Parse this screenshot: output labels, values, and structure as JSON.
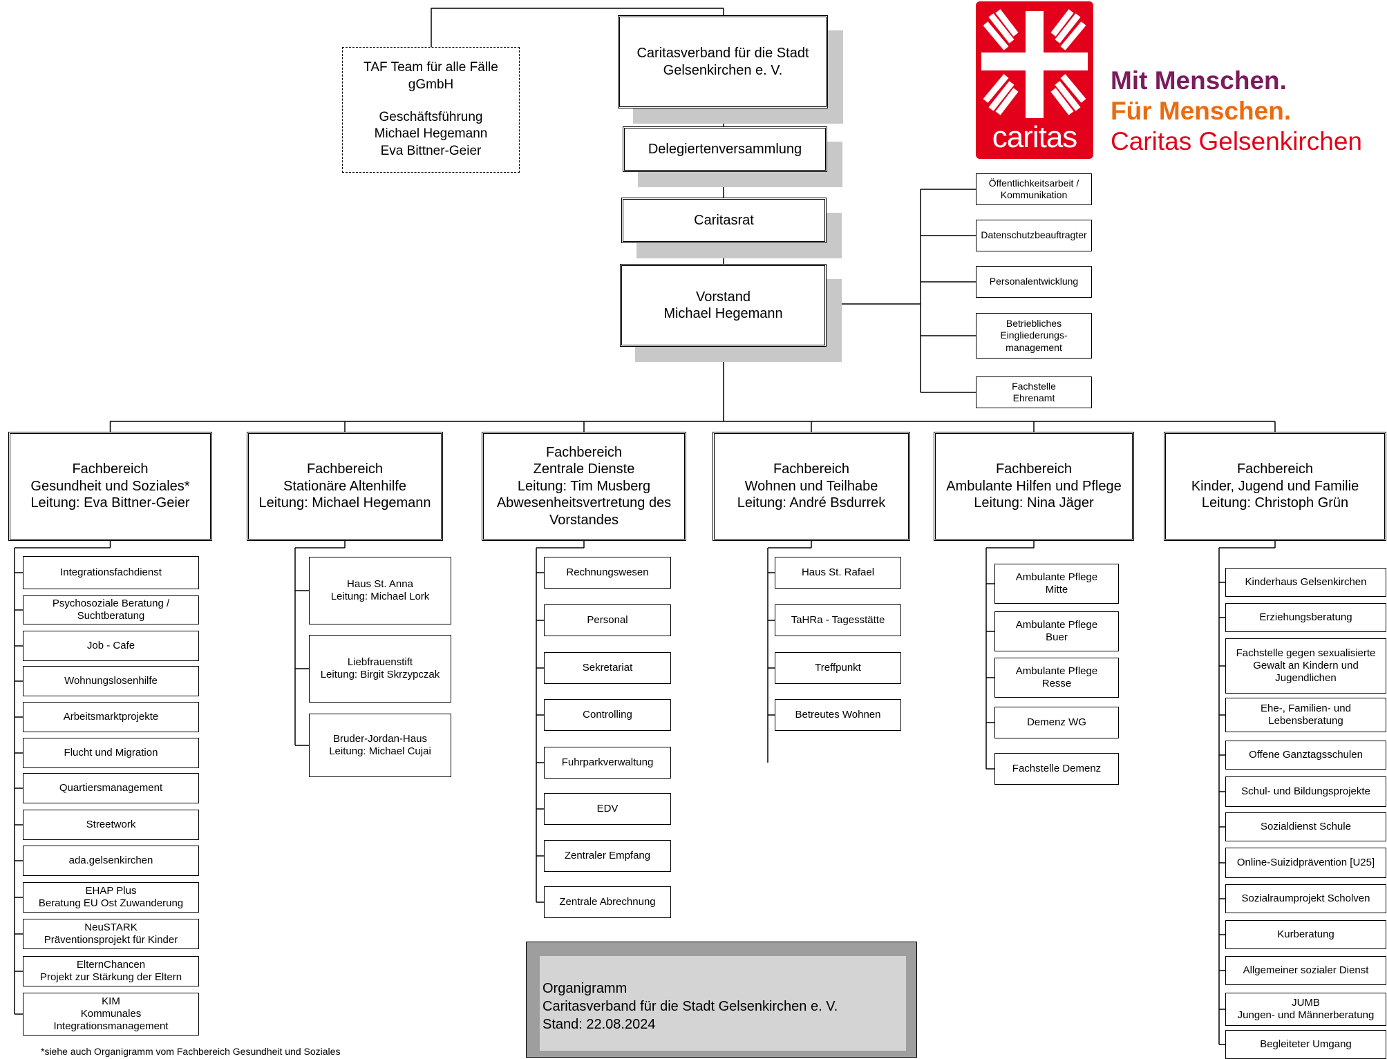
{
  "top_box": {
    "line1": "Caritasverband für die Stadt",
    "line2": "Gelsenkirchen e. V."
  },
  "taf_box": {
    "line1": "TAF Team für alle Fälle",
    "line2": "gGmbH",
    "line3": "Geschäftsführung",
    "line4": "Michael Hegemann",
    "line5": "Eva Bittner-Geier"
  },
  "delegierten": "Delegiertenversammlung",
  "caritasrat": "Caritasrat",
  "vorstand": {
    "line1": "Vorstand",
    "line2": "Michael Hegemann"
  },
  "staff_units": [
    [
      "Öffentlichkeitsarbeit /",
      "Kommunikation"
    ],
    [
      "Datenschutzbeauftragter"
    ],
    [
      "Personalentwicklung"
    ],
    [
      "Betriebliches",
      "Eingliederungs-",
      "management"
    ],
    [
      "Fachstelle",
      "Ehrenamt"
    ]
  ],
  "logo": {
    "word": "caritas",
    "colors": {
      "red": "#e2001a",
      "purple": "#7b1c5c",
      "orange": "#ea6b10"
    }
  },
  "slogan": {
    "line1": "Mit Menschen.",
    "line2": "Für Menschen.",
    "line3": "Caritas Gelsenkirchen"
  },
  "departments": [
    {
      "title": [
        "Fachbereich",
        "Gesundheit und Soziales*",
        "Leitung: Eva Bittner-Geier"
      ],
      "units": [
        [
          "Integrationsfachdienst"
        ],
        [
          "Psychosoziale Beratung /",
          "Suchtberatung"
        ],
        [
          "Job - Cafe"
        ],
        [
          "Wohnungslosenhilfe"
        ],
        [
          "Arbeitsmarktprojekte"
        ],
        [
          "Flucht und Migration"
        ],
        [
          "Quartiersmanagement"
        ],
        [
          "Streetwork"
        ],
        [
          "ada.gelsenkirchen"
        ],
        [
          "EHAP Plus",
          "Beratung EU Ost Zuwanderung"
        ],
        [
          "NeuSTARK",
          "Präventionsprojekt für Kinder"
        ],
        [
          "ElternChancen",
          "Projekt zur Stärkung der Eltern"
        ],
        [
          "KIM",
          "Kommunales",
          "Integrationsmanagement"
        ]
      ]
    },
    {
      "title": [
        "Fachbereich",
        "Stationäre Altenhilfe",
        "Leitung: Michael Hegemann"
      ],
      "units": [
        [
          "Haus St. Anna",
          "Leitung: Michael Lork"
        ],
        [
          "Liebfrauenstift",
          "Leitung: Birgit Skrzypczak"
        ],
        [
          "Bruder-Jordan-Haus",
          "Leitung: Michael Cujai"
        ]
      ]
    },
    {
      "title": [
        "Fachbereich",
        "Zentrale Dienste",
        "Leitung: Tim Musberg",
        "Abwesenheitsvertretung des",
        "Vorstandes"
      ],
      "units": [
        [
          "Rechnungswesen"
        ],
        [
          "Personal"
        ],
        [
          "Sekretariat"
        ],
        [
          "Controlling"
        ],
        [
          "Fuhrparkverwaltung"
        ],
        [
          "EDV"
        ],
        [
          "Zentraler Empfang"
        ],
        [
          "Zentrale Abrechnung"
        ]
      ]
    },
    {
      "title": [
        "Fachbereich",
        "Wohnen und Teilhabe",
        "Leitung: André Bsdurrek"
      ],
      "units": [
        [
          "Haus  St. Rafael"
        ],
        [
          "TaHRa - Tagesstätte"
        ],
        [
          "Treffpunkt"
        ],
        [
          "Betreutes Wohnen"
        ]
      ]
    },
    {
      "title": [
        "Fachbereich",
        "Ambulante Hilfen und Pflege",
        "Leitung: Nina Jäger"
      ],
      "units": [
        [
          "Ambulante Pflege",
          "Mitte"
        ],
        [
          "Ambulante Pflege",
          "Buer"
        ],
        [
          "Ambulante Pflege",
          "Resse"
        ],
        [
          "Demenz WG"
        ],
        [
          "Fachstelle Demenz"
        ]
      ]
    },
    {
      "title": [
        "Fachbereich",
        "Kinder, Jugend und Familie",
        "Leitung: Christoph Grün"
      ],
      "units": [
        [
          "Kinderhaus Gelsenkirchen"
        ],
        [
          "Erziehungsberatung"
        ],
        [
          "Fachstelle gegen sexualisierte",
          "Gewalt an Kindern und",
          "Jugendlichen"
        ],
        [
          "Ehe-, Familien- und",
          "Lebensberatung"
        ],
        [
          "Offene Ganztagsschulen"
        ],
        [
          "Schul- und Bildungsprojekte"
        ],
        [
          "Sozialdienst Schule"
        ],
        [
          "Online-Suizidprävention [U25]"
        ],
        [
          "Sozialraumprojekt Scholven"
        ],
        [
          "Kurberatung"
        ],
        [
          "Allgemeiner sozialer Dienst"
        ],
        [
          "JUMB",
          "Jungen- und Männerberatung"
        ],
        [
          "Begleiteter Umgang"
        ]
      ]
    }
  ],
  "stand_box": {
    "line1": "Organigramm",
    "line2": "Caritasverband für die Stadt Gelsenkirchen e. V.",
    "line3": "Stand: 22.08.2024"
  },
  "footnote": "*siehe auch Organigramm vom Fachbereich Gesundheit und Soziales"
}
